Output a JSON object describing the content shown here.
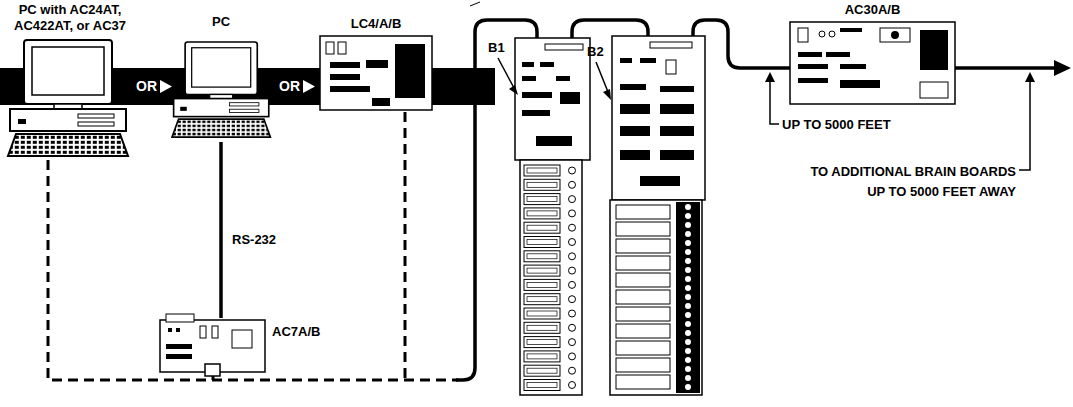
{
  "diagram": {
    "nodes": [
      {
        "text": [
          "PC with AC24AT, AC422AT, or AC37"
        ]
      },
      {
        "text": [
          "PC"
        ]
      },
      {
        "text": [
          "LC4/A/B"
        ]
      },
      {
        "text": [
          "AC7A/B"
        ]
      },
      {
        "text": [
          "B1"
        ]
      },
      {
        "text": [
          "B2"
        ]
      },
      {
        "text": [
          "AC30A/B"
        ]
      }
    ],
    "edges": [
      {
        "from": 1,
        "to": 3,
        "arrow": "none",
        "label": "RS-232"
      }
    ],
    "labels": [
      "OR",
      "OR",
      "UP TO 5000 FEET",
      "TO ADDITIONAL BRAIN BOARDS UP TO 5000 FEET AWAY"
    ]
  }
}
